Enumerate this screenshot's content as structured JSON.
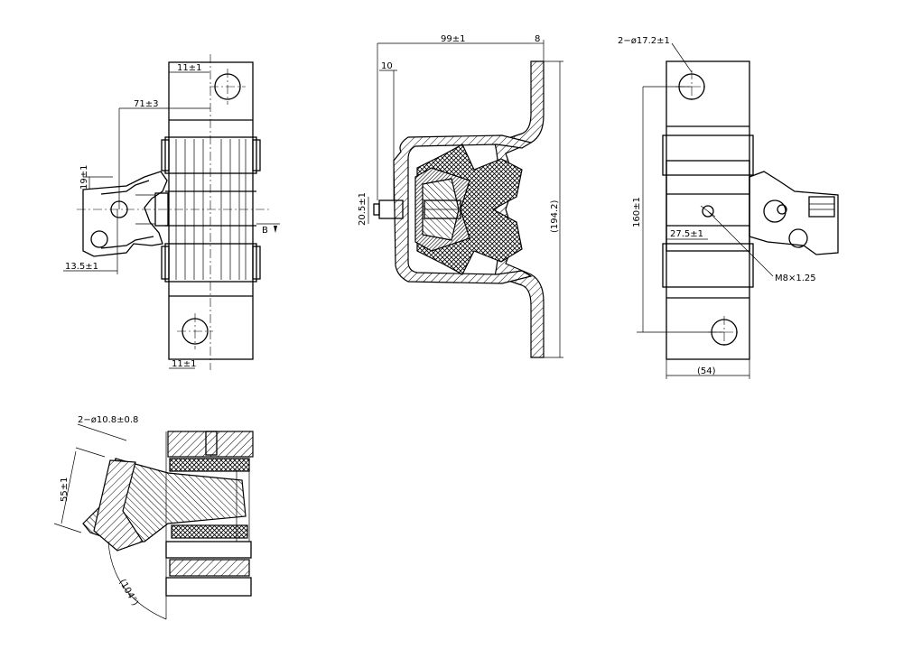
{
  "drawing": {
    "stroke_color": "#000000",
    "background": "#ffffff"
  },
  "front_view": {
    "dim_top_offset": "11±1",
    "dim_bottom_offset": "11±1",
    "dim_arm_length": "71±3",
    "dim_arm_height": "19±1",
    "dim_arm_base": "13.5±1",
    "view_marker": "B"
  },
  "section_view": {
    "dim_width": "99±1",
    "dim_plate": "8",
    "dim_stud_offset": "10",
    "dim_stud_height": "20.5±1",
    "dim_height": "(194.2)"
  },
  "side_view": {
    "dim_holes": "2−ø17.2±1",
    "dim_height": "160±1",
    "dim_offset": "27.5±1",
    "thread": "M8×1.25",
    "dim_width": "(54)"
  },
  "detail_view": {
    "dim_holes": "2−ø10.8±0.8",
    "dim_length": "55±1",
    "dim_angle": "(104°)"
  }
}
